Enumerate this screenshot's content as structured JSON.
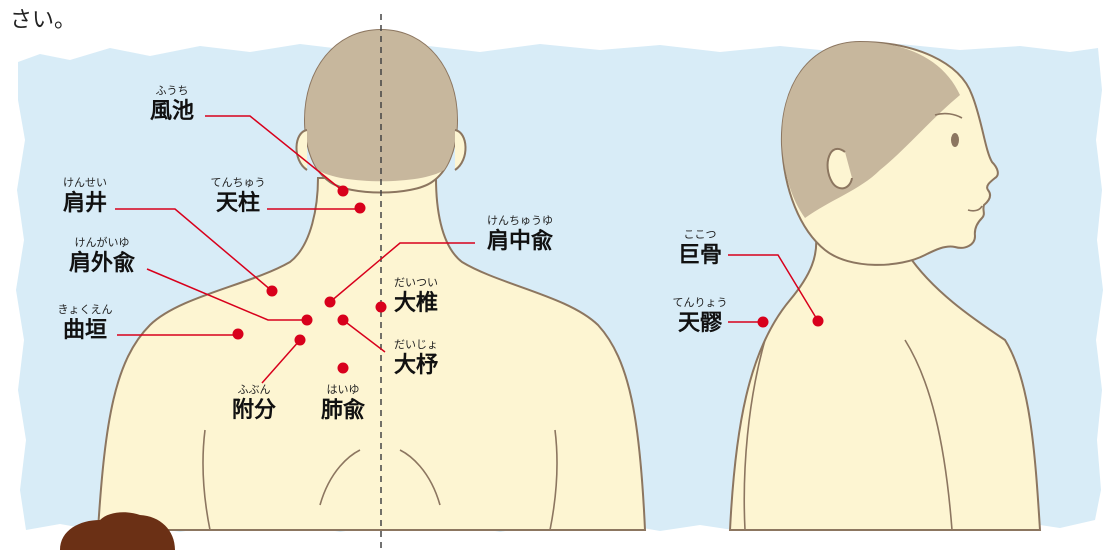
{
  "header": {
    "partial_text": "さい。"
  },
  "colors": {
    "background_wash": "#d8ecf7",
    "skin": "#fdf5d2",
    "skin_outline": "#8c7660",
    "hair": "#c7b79d",
    "point": "#d8001c",
    "leader_line": "#d8001c",
    "midline": "#444444",
    "hair_bun": "#6b3015"
  },
  "points": [
    {
      "id": "fuchi",
      "label": "風池",
      "reading": "ふうち"
    },
    {
      "id": "tenchu",
      "label": "天柱",
      "reading": "てんちゅう"
    },
    {
      "id": "kensei",
      "label": "肩井",
      "reading": "けんせい"
    },
    {
      "id": "kengaiyu",
      "label": "肩外兪",
      "reading": "けんがいゆ"
    },
    {
      "id": "kyokuen",
      "label": "曲垣",
      "reading": "きょくえん"
    },
    {
      "id": "kenchuyu",
      "label": "肩中兪",
      "reading": "けんちゅうゆ"
    },
    {
      "id": "daitsui",
      "label": "大椎",
      "reading": "だいつい"
    },
    {
      "id": "daijo",
      "label": "大杼",
      "reading": "だいじょ"
    },
    {
      "id": "fubun",
      "label": "附分",
      "reading": "ふぶん"
    },
    {
      "id": "haiyu",
      "label": "肺兪",
      "reading": "はいゆ"
    },
    {
      "id": "kokotsu",
      "label": "巨骨",
      "reading": "ここつ"
    },
    {
      "id": "tenryo",
      "label": "天髎",
      "reading": "てんりょう"
    }
  ]
}
